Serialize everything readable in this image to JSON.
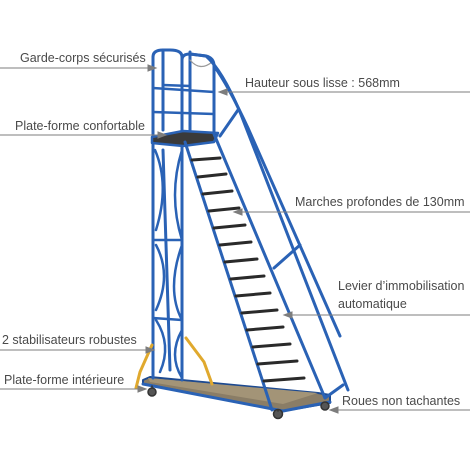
{
  "labels": {
    "guardrails": "Garde-corps sécurisés",
    "height_under_rail": "Hauteur sous lisse : 568mm",
    "platform": "Plate-forme confortable",
    "deep_steps": "Marches profondes de 130mm",
    "lever_line1": "Levier d’immobilisation",
    "lever_line2": "automatique",
    "stabilizers": "2 stabilisateurs robustes",
    "lower_platform": "Plate-forme intérieure",
    "wheels": "Roues non tachantes"
  },
  "colors": {
    "frame": "#2a62b5",
    "frame_dark": "#1d4a91",
    "stabilizer": "#e0a92e",
    "deck": "#8a7d66",
    "leader": "#7d7d7d",
    "text": "#4a4a4a"
  }
}
